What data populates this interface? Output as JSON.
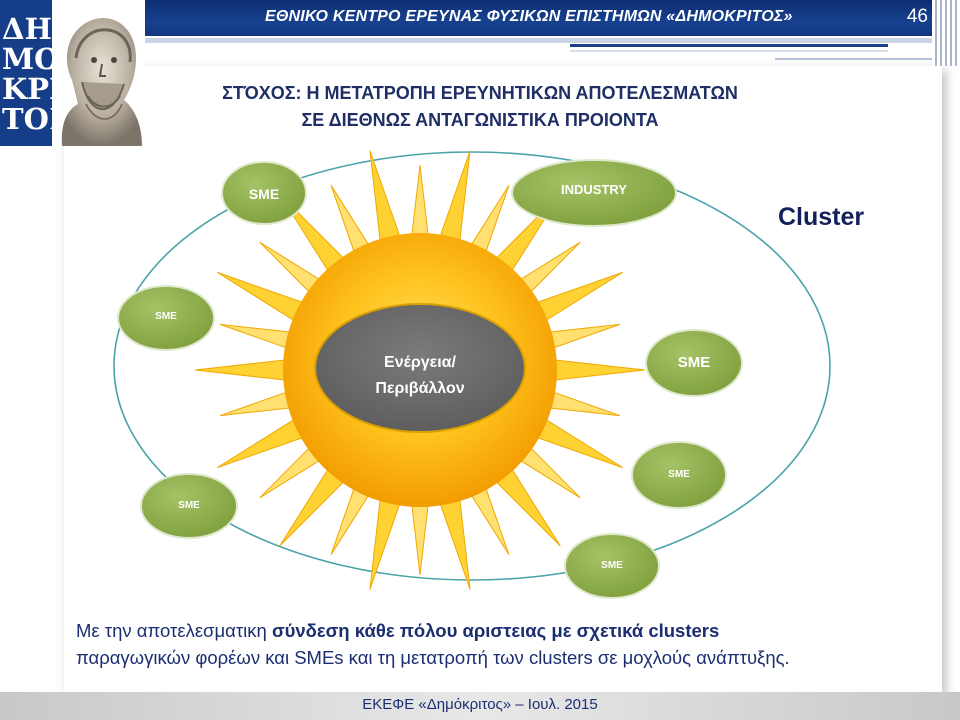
{
  "header": {
    "title": "ΕΘΝΙΚΟ ΚΕΝΤΡΟ ΕΡΕΥΝΑΣ ΦΥΣΙΚΩΝ ΕΠΙΣΤΗΜΩΝ «ΔΗΜΟΚΡΙΤΟΣ»",
    "page_number": "46"
  },
  "logo": {
    "lines": [
      "ΔΗ",
      "ΜΟ",
      "ΚΡΙ",
      "ΤΟΣ"
    ]
  },
  "goal": {
    "line1": "ΣΤΌΧΟΣ: Η ΜΕΤΑΤΡΟΠΗ ΕΡΕΥΝΗΤΙΚΩΝ ΑΠΟΤΕΛΕΣΜΑΤΩΝ",
    "line2": "ΣΕ ΔΙΕΘΝΩΣ ΑΝΤΑΓΩΝΙΣΤΙΚΑ ΠΡΟΙΟΝΤΑ"
  },
  "diagram": {
    "cluster_label": "Cluster",
    "core_line1": "Ενέργεια/",
    "core_line2": "Περιβάλλον",
    "nodes": [
      {
        "label": "SME"
      },
      {
        "label": "INDUSTRY"
      },
      {
        "label": "SME"
      },
      {
        "label": "SME"
      },
      {
        "label": "SME"
      },
      {
        "label": "SME"
      },
      {
        "label": "SME"
      }
    ],
    "colors": {
      "node_fill": "#8fae4e",
      "node_stroke": "#dfe8cc",
      "ellipse_stroke": "#4aa3a8",
      "core_fill": "#6e6e6e",
      "sun_outer": "#f2b400",
      "sun_inner": "#ffe066"
    }
  },
  "bottom": {
    "prefix": "Με την αποτελεσματικη ",
    "bold": "σύνδεση κάθε πόλου αριστειας με σχετικά clusters",
    "line2": "παραγωγικών φορέων και SMEs και τη μετατροπή των clusters σε μοχλούς ανάπτυξης."
  },
  "footer": {
    "text": "ΕΚΕΦΕ «Δημόκριτος» – Ιουλ. 2015"
  }
}
